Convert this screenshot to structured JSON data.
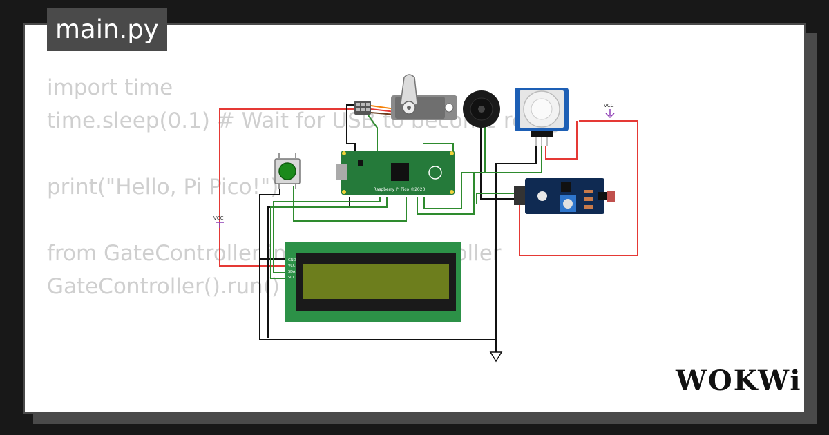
{
  "file_tab": {
    "label": "main.py"
  },
  "code": {
    "lines": [
      "import time",
      "time.sleep(0.1) # Wait for USB to become ready",
      "",
      "print(\"Hello, Pi Pico!\")",
      "",
      "from GateController import GateController",
      "GateController().run()"
    ]
  },
  "circuit": {
    "power_labels": {
      "vcc_left": "VCC",
      "vcc_right": "VCC"
    },
    "lcd_pins": [
      "GND",
      "VCC",
      "SDA",
      "SCL"
    ],
    "pico_label": "Raspberry Pi Pico ©2020",
    "wire_colors": {
      "power": "#e53935",
      "ground": "#111111",
      "signal": "#2e8b2e",
      "servo_orange": "#f5820a"
    }
  },
  "brand": {
    "logo_text": "WOKWi"
  }
}
